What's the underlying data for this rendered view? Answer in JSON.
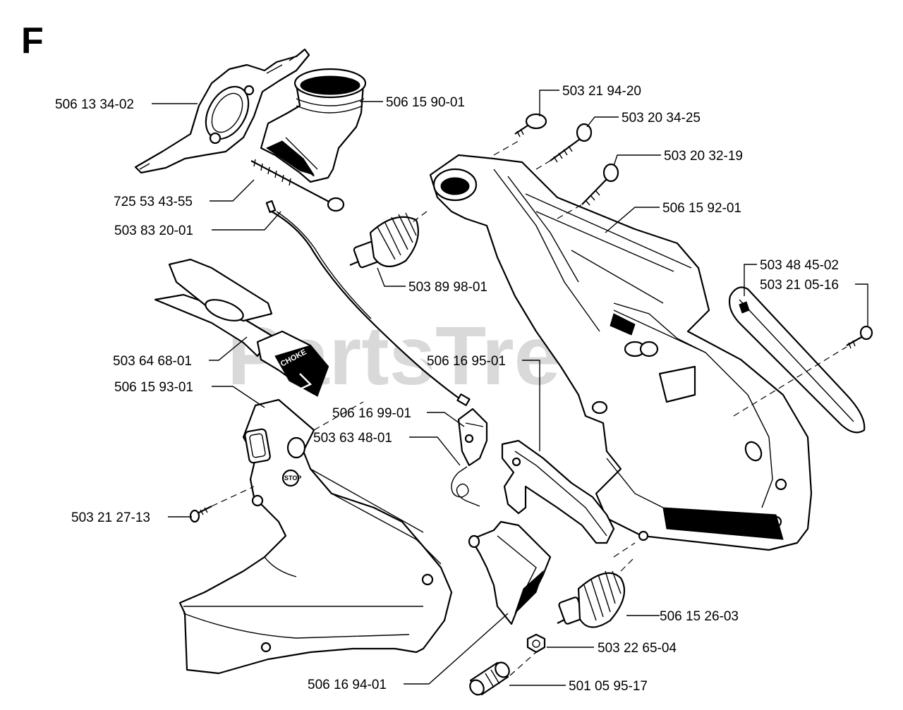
{
  "section_letter": "F",
  "watermark": {
    "text": "PartsTree",
    "mark": "™"
  },
  "part_labels": [
    "506 13 34-02",
    "506 15 90-01",
    "503 21 94-20",
    "503 20 34-25",
    "503 20 32-19",
    "725 53 43-55",
    "506 15 92-01",
    "503 83 20-01",
    "503 89 98-01",
    "503 48 45-02",
    "503 21 05-16",
    "503 64 68-01",
    "506 16 95-01",
    "506 15 93-01",
    "506 16 99-01",
    "503 63 48-01",
    "503 21 27-13",
    "506 15 26-03",
    "503 22 65-04",
    "506 16 94-01",
    "501 05 95-17"
  ],
  "embossed_text": {
    "choke": "CHOKE",
    "stop": "STOP"
  }
}
